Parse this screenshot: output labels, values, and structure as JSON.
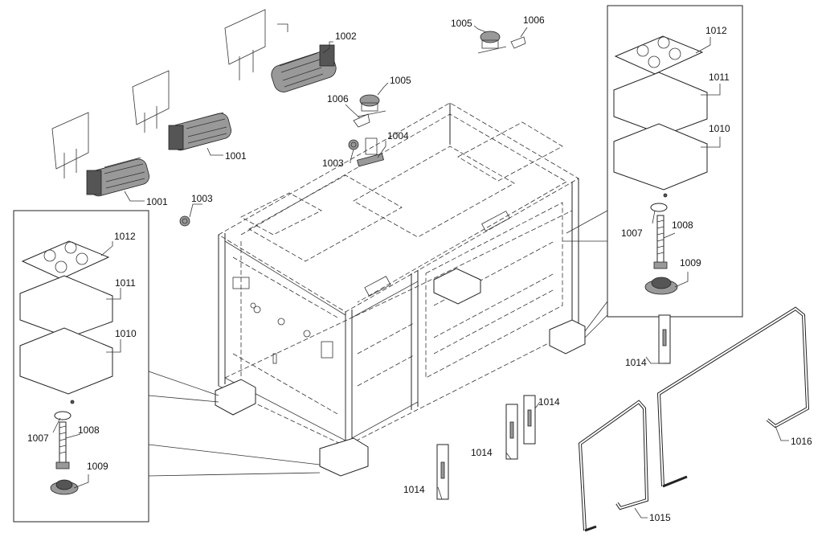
{
  "labels": {
    "l1001a": "1001",
    "l1001b": "1001",
    "l1002": "1002",
    "l1003a": "1003",
    "l1003b": "1003",
    "l1004": "1004",
    "l1005a": "1005",
    "l1005b": "1005",
    "l1006a": "1006",
    "l1006b": "1006",
    "l1007L": "1007",
    "l1008L": "1008",
    "l1009L": "1009",
    "l1010L": "1010",
    "l1011L": "1011",
    "l1012L": "1012",
    "l1007R": "1007",
    "l1008R": "1008",
    "l1009R": "1009",
    "l1010R": "1010",
    "l1011R": "1011",
    "l1012R": "1012",
    "l1014a": "1014",
    "l1014b": "1014",
    "l1014c": "1014",
    "l1014d": "1014",
    "l1015": "1015",
    "l1016": "1016"
  }
}
